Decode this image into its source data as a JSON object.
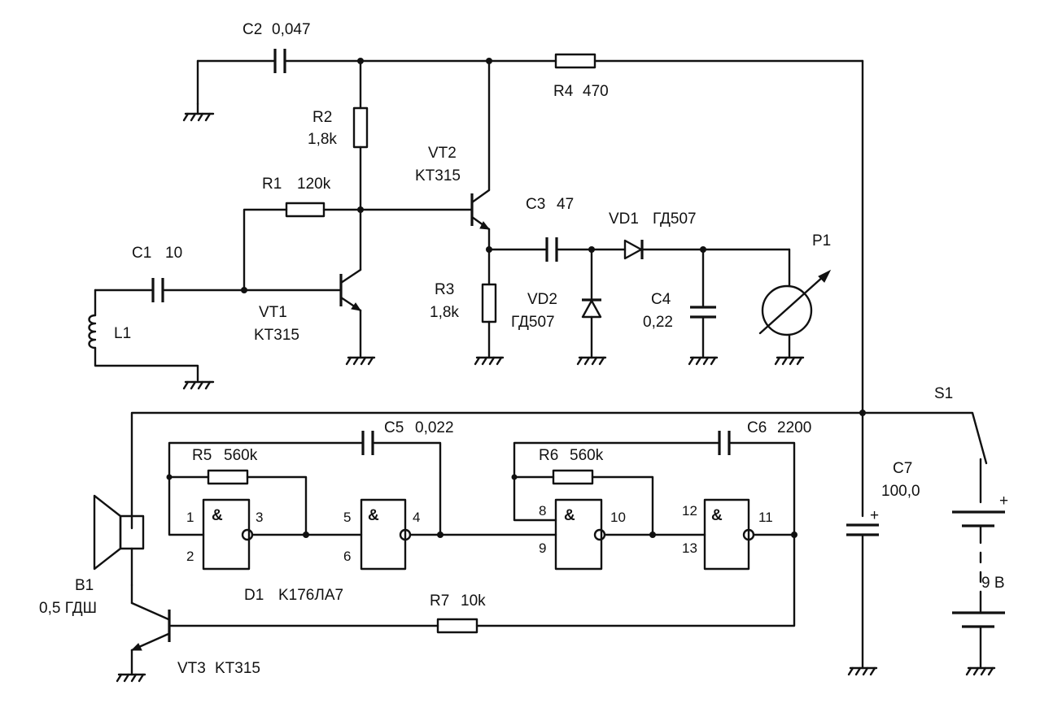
{
  "components": {
    "C2": {
      "ref": "C2",
      "value": "0,047"
    },
    "R4": {
      "ref": "R4",
      "value": "470"
    },
    "R2": {
      "ref": "R2",
      "value": "1,8k"
    },
    "VT2": {
      "ref": "VT2",
      "value": "KT315"
    },
    "R1": {
      "ref": "R1",
      "value": "120k"
    },
    "C3": {
      "ref": "C3",
      "value": "47"
    },
    "VD1": {
      "ref": "VD1",
      "value": "ГД507"
    },
    "P1": {
      "ref": "P1"
    },
    "C1": {
      "ref": "C1",
      "value": "10"
    },
    "L1": {
      "ref": "L1"
    },
    "VT1": {
      "ref": "VT1",
      "value": "KT315"
    },
    "R3": {
      "ref": "R3",
      "value": "1,8k"
    },
    "VD2": {
      "ref": "VD2",
      "value": "ГД507"
    },
    "C4": {
      "ref": "C4",
      "value": "0,22"
    },
    "S1": {
      "ref": "S1"
    },
    "C5": {
      "ref": "C5",
      "value": "0,022"
    },
    "C6": {
      "ref": "C6",
      "value": "2200"
    },
    "R5": {
      "ref": "R5",
      "value": "560k"
    },
    "R6": {
      "ref": "R6",
      "value": "560k"
    },
    "C7": {
      "ref": "C7",
      "value": "100,0"
    },
    "B1": {
      "ref": "B1",
      "value": "0,5 ГДШ"
    },
    "D1": {
      "ref": "D1",
      "value": "K176ЛА7"
    },
    "R7": {
      "ref": "R7",
      "value": "10k"
    },
    "VT3": {
      "ref": "VT3",
      "value": "KT315"
    },
    "battery": {
      "value": "9 B",
      "plus": "+"
    },
    "C7_plus": "+"
  },
  "gates": [
    {
      "in_a": "1",
      "in_b": "2",
      "out": "3",
      "symbol": "&"
    },
    {
      "in_a": "5",
      "in_b": "6",
      "out": "4",
      "symbol": "&"
    },
    {
      "in_a": "8",
      "in_b": "9",
      "out": "10",
      "symbol": "&"
    },
    {
      "in_a": "12",
      "in_b": "13",
      "out": "11",
      "symbol": "&"
    }
  ]
}
